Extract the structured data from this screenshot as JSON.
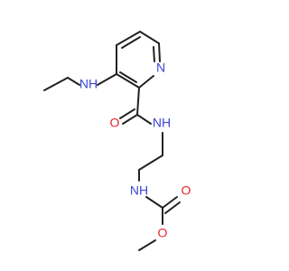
{
  "molecule": {
    "atoms": {
      "pyridine_n": "N",
      "ethylamino_nh": "NH",
      "amide_nh": "NH",
      "amide_o": "O",
      "carbamate_nh": "NH",
      "carbamate_o_double": "O",
      "carbamate_o_single": "O"
    }
  },
  "colors": {
    "bond": "#222222",
    "nitrogen": "#3a46d6",
    "oxygen": "#e8242b",
    "background": "#ffffff"
  }
}
